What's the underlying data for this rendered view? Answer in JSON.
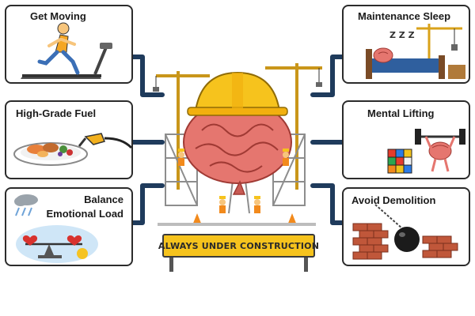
{
  "cards": {
    "get_moving": {
      "title": "Get Moving"
    },
    "high_grade_fuel": {
      "title": "High-Grade Fuel"
    },
    "balance": {
      "title_line1": "Balance",
      "title_line2": "Emotional Load"
    },
    "maintenance_sleep": {
      "title": "Maintenance Sleep"
    },
    "mental_lifting": {
      "title": "Mental Lifting"
    },
    "avoid_demolition": {
      "title": "Avoid Demolition"
    }
  },
  "center": {
    "sign_text": "ALWAYS UNDER CONSTRUCTION",
    "icons": [
      "hard-hat-icon",
      "brain-icon",
      "crane-icon",
      "scaffold-icon",
      "worker-icon"
    ]
  },
  "sleep_icon_text": "Z Z Z",
  "colors": {
    "card_border": "#2b2b2b",
    "connector": "#1f3b5c",
    "hard_hat": "#f6c31d",
    "brain": "#e5766f",
    "sign": "#f6c31d"
  }
}
